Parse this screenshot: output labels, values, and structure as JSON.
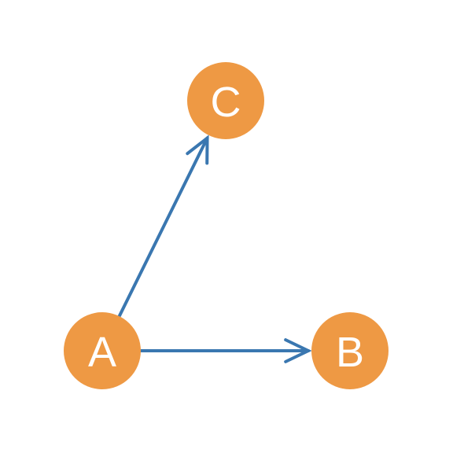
{
  "diagram": {
    "type": "directed-graph",
    "node_color": "#EE9944",
    "edge_color": "#3A77B0",
    "label_color": "#ffffff",
    "nodes": [
      {
        "id": "A",
        "label": "A"
      },
      {
        "id": "B",
        "label": "B"
      },
      {
        "id": "C",
        "label": "C"
      }
    ],
    "edges": [
      {
        "from": "A",
        "to": "B"
      },
      {
        "from": "A",
        "to": "C"
      }
    ]
  }
}
